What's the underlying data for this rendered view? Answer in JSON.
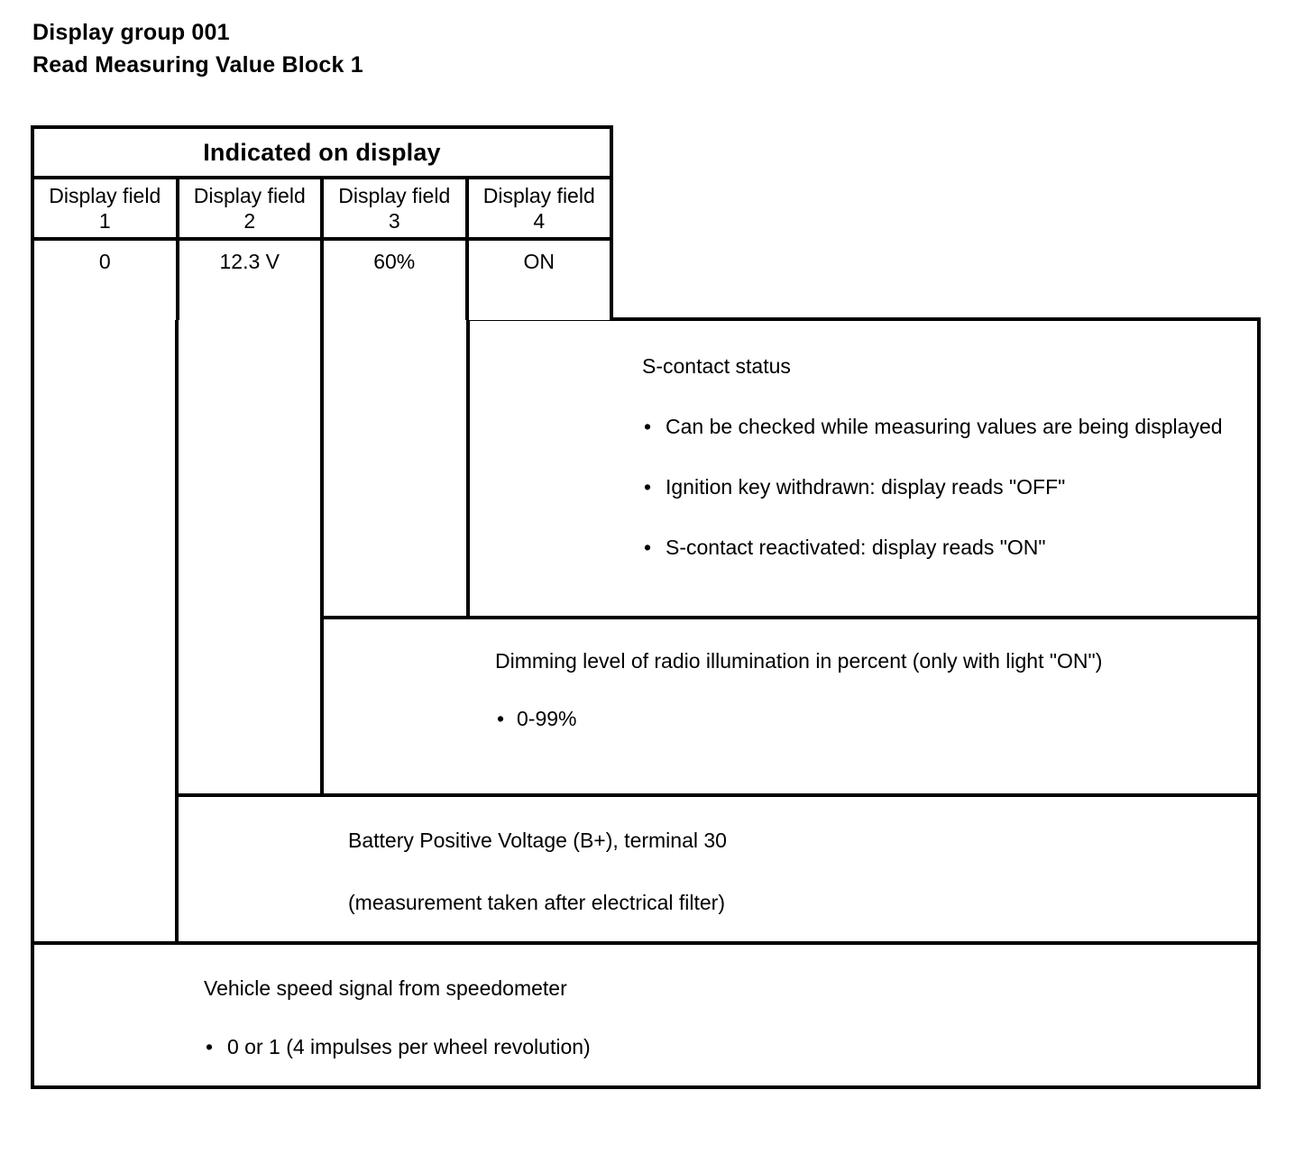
{
  "heading": {
    "line1": "Display group 001",
    "line2": "Read Measuring Value Block 1"
  },
  "table": {
    "supertitle": "Indicated on display",
    "columns": [
      {
        "label": "Display field",
        "number": "1",
        "value": "0"
      },
      {
        "label": "Display field",
        "number": "2",
        "value": "12.3 V"
      },
      {
        "label": "Display field",
        "number": "3",
        "value": "60%"
      },
      {
        "label": "Display field",
        "number": "4",
        "value": "ON"
      }
    ]
  },
  "descriptions": {
    "scontact": {
      "title": "S-contact status",
      "bullet_glyph": "•",
      "bullets": [
        "Can be checked while measuring values are being displayed",
        "Ignition key withdrawn: display reads \"OFF\"",
        "S-contact reactivated: display reads \"ON\""
      ]
    },
    "dimming": {
      "title": "Dimming level of radio illumination in percent (only with light \"ON\")",
      "bullet_glyph": "•",
      "bullets": [
        "0-99%"
      ]
    },
    "battery": {
      "title": "Battery Positive Voltage (B+), terminal 30",
      "note": "(measurement taken after electrical filter)"
    },
    "speed": {
      "title": "Vehicle speed signal from speedometer",
      "bullet_glyph": "•",
      "bullets": [
        "0 or 1 (4 impulses per wheel revolution)"
      ]
    }
  },
  "colors": {
    "line": "#000000",
    "background": "#ffffff",
    "text": "#000000"
  }
}
